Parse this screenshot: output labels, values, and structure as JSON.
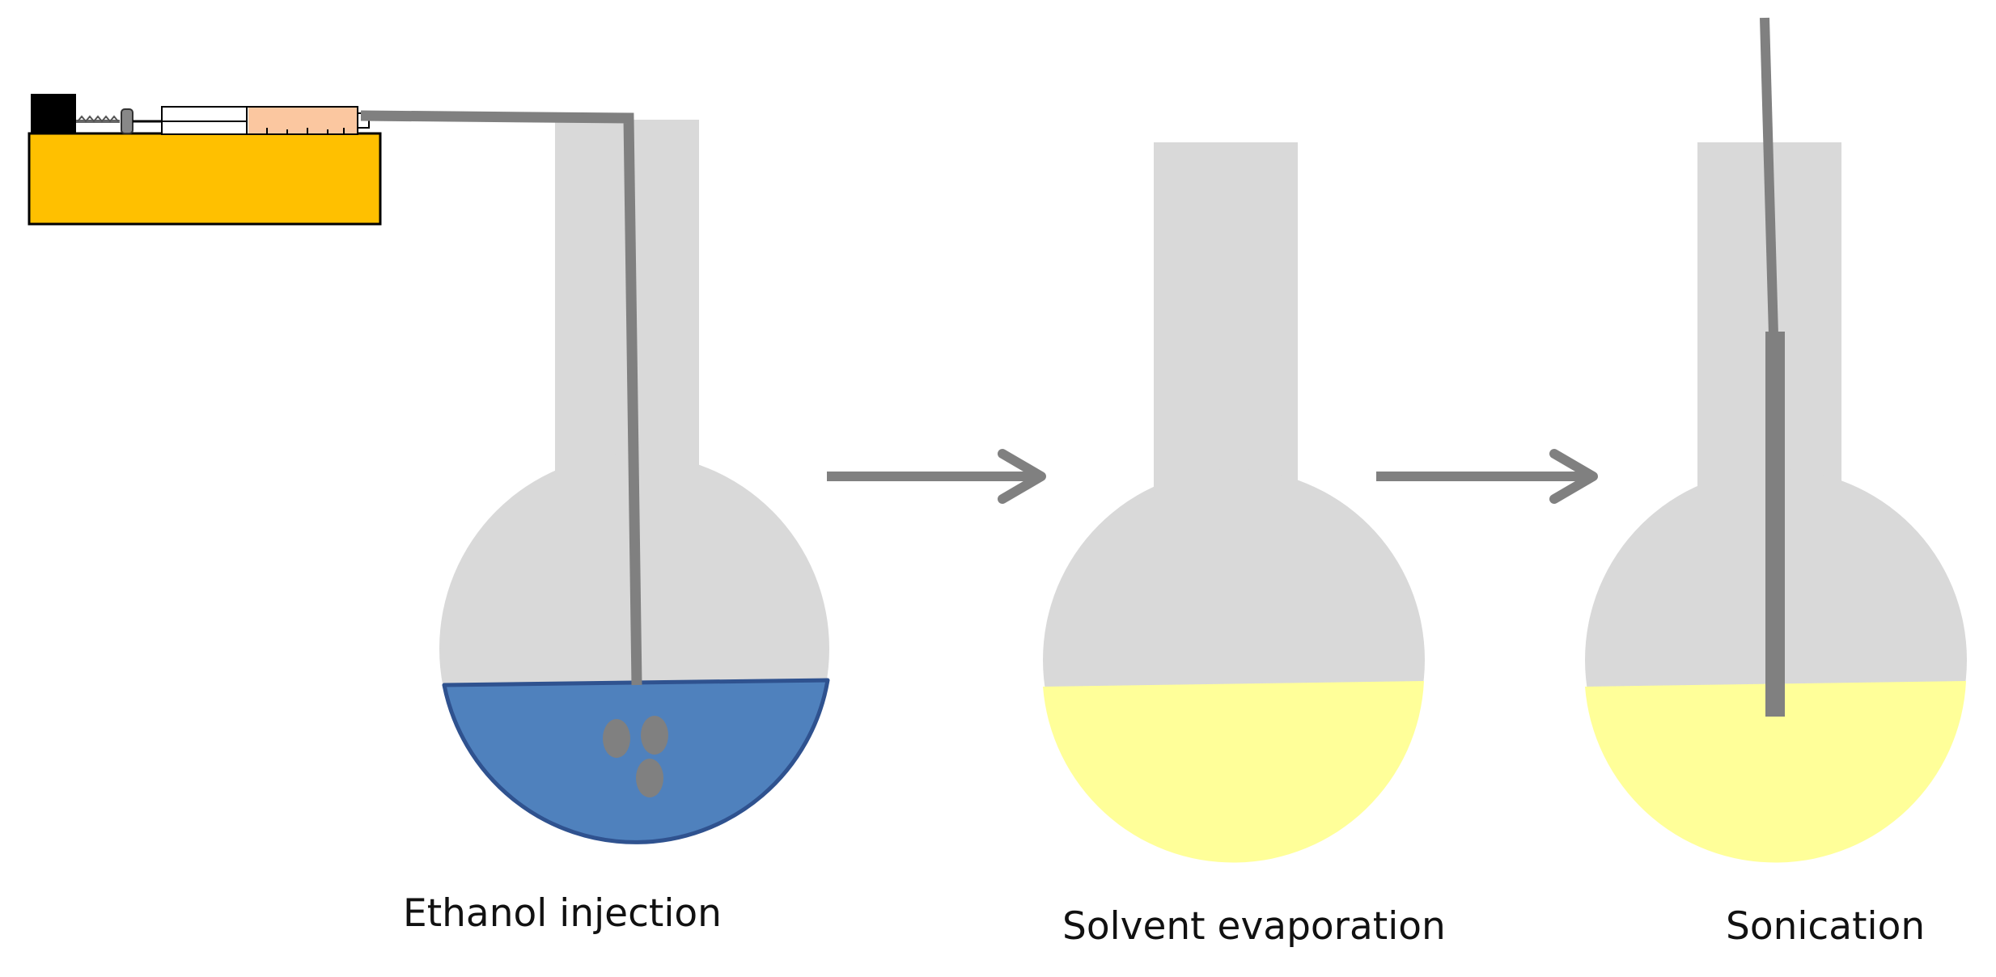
{
  "steps": [
    {
      "label": "Ethanol injection"
    },
    {
      "label": "Solvent evaporation"
    },
    {
      "label": "Sonication"
    }
  ],
  "colors": {
    "glass": "#d9d9d9",
    "tube": "#808080",
    "aqueous_phase": "#4f81bd",
    "aqueous_outline": "#2f528f",
    "lipid_suspension": "#ffff99",
    "pump_body": "#ffc000",
    "pump_motor": "#000000",
    "syringe_fluid": "#fbc7a0",
    "arrow": "#808080",
    "droplet": "#808080"
  },
  "icons": [
    "syringe-pump-icon",
    "round-bottom-flask-icon",
    "flow-arrow-icon",
    "sonicator-probe-icon"
  ]
}
